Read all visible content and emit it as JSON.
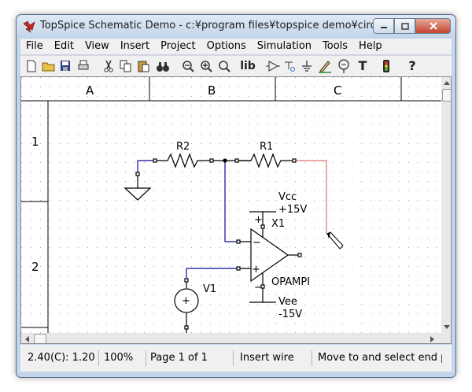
{
  "window": {
    "title": "TopSpice Schematic Demo - c:¥program files¥topspice demo¥circuits...",
    "minimize_icon": "minimize-icon",
    "maximize_icon": "maximize-icon",
    "close_icon": "close-icon"
  },
  "menu": [
    "File",
    "Edit",
    "View",
    "Insert",
    "Project",
    "Options",
    "Simulation",
    "Tools",
    "Help"
  ],
  "toolbar": {
    "lib_label": "lib",
    "text_tool_label": "T",
    "help_label": "?"
  },
  "schematic": {
    "columns": [
      "A",
      "B",
      "C"
    ],
    "rows": [
      "1",
      "2"
    ],
    "components": {
      "r2_label": "R2",
      "r1_label": "R1",
      "vcc_label": "Vcc",
      "vcc_value": "+15V",
      "x1_label": "X1",
      "opamp_label": "OPAMPI",
      "vee_label": "Vee",
      "vee_value": "-15V",
      "v1_label": "V1",
      "minus_sign": "−",
      "plus_sign": "+"
    },
    "colors": {
      "blue_wire": "#0b0b9e",
      "red_wire": "#e07070"
    }
  },
  "status": {
    "coords": "2.40(C): 1.20",
    "zoom": "100%",
    "page": "Page 1 of 1",
    "mode": "Insert wire",
    "hint": "Move to and select end pc"
  }
}
